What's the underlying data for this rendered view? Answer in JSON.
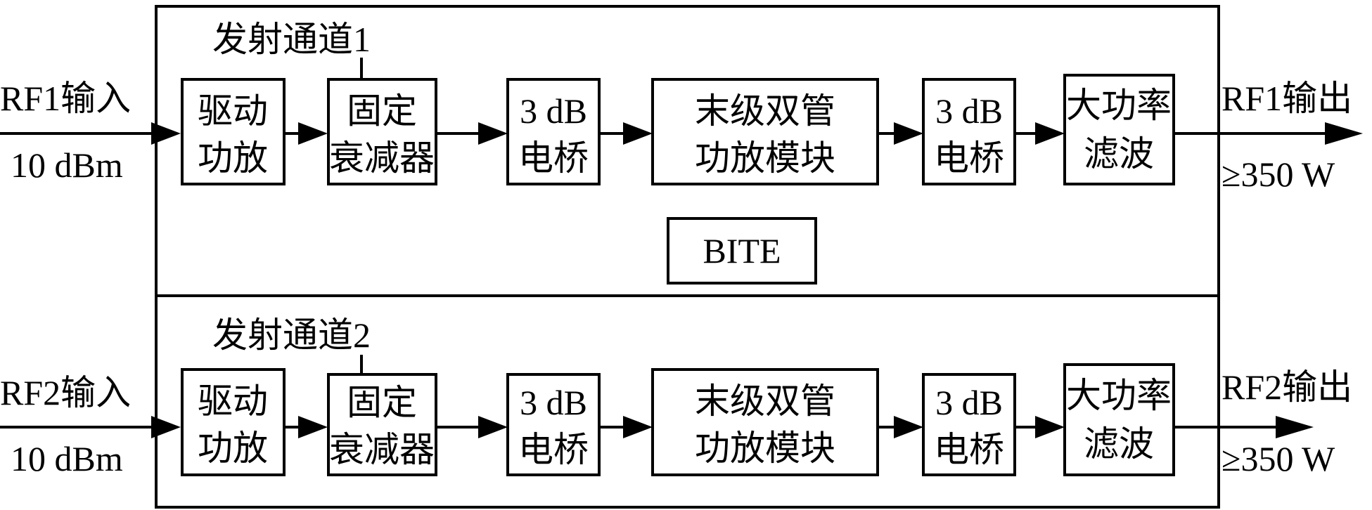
{
  "channels": [
    {
      "title": "发射通道1",
      "input_label": "RF1输入",
      "input_level": "10 dBm",
      "output_label": "RF1输出",
      "output_level": "≥350 W",
      "blocks": [
        [
          "驱动",
          "功放"
        ],
        [
          "固定",
          "衰减器"
        ],
        [
          "3 dB",
          "电桥"
        ],
        [
          "末级双管",
          "功放模块"
        ],
        [
          "3 dB",
          "电桥"
        ],
        [
          "大功率",
          "滤波"
        ]
      ]
    },
    {
      "title": "发射通道2",
      "input_label": "RF2输入",
      "input_level": "10 dBm",
      "output_label": "RF2输出",
      "output_level": "≥350 W",
      "blocks": [
        [
          "驱动",
          "功放"
        ],
        [
          "固定",
          "衰减器"
        ],
        [
          "3 dB",
          "电桥"
        ],
        [
          "末级双管",
          "功放模块"
        ],
        [
          "3 dB",
          "电桥"
        ],
        [
          "大功率",
          "滤波"
        ]
      ]
    }
  ],
  "bite_label": "BITE"
}
